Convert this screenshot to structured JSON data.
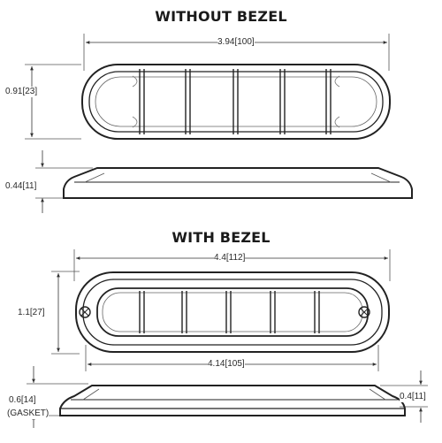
{
  "without_bezel": {
    "title": "WITHOUT BEZEL",
    "width_label": "3.94[100]",
    "height_label": "0.91[23]",
    "depth_label": "0.44[11]"
  },
  "with_bezel": {
    "title": "WITH BEZEL",
    "width_label": "4.4[112]",
    "height_label": "1.1[27]",
    "inner_width_label": "4.14[105]",
    "gasket_depth_label": "0.6[14]",
    "gasket_note": "(GASKET)",
    "depth_label": "0.4[11]"
  }
}
